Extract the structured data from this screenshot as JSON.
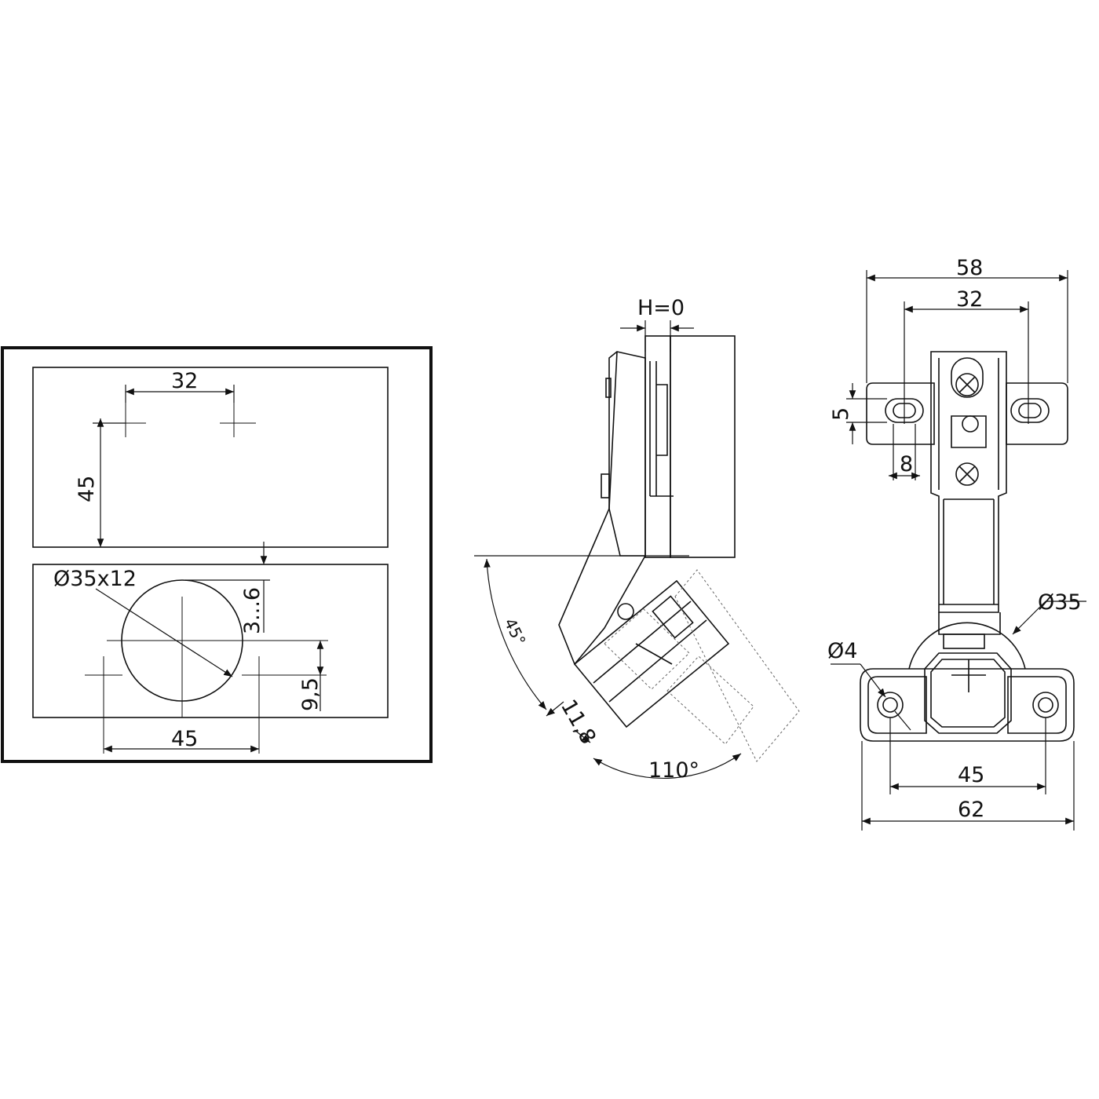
{
  "drilling_template": {
    "dim_top_spacing": "32",
    "dim_top_height": "45",
    "cup_hole": "Ø35x12",
    "dim_edge_distance": "3...6",
    "dim_offset": "9,5",
    "dim_bottom_spacing": "45"
  },
  "side_view": {
    "overlay": "H=0",
    "mount_angle": "45°",
    "depth": "11,8",
    "opening_angle": "110°"
  },
  "hinge_view": {
    "plate_width": "58",
    "plate_hole_spacing": "32",
    "slot_height": "5",
    "slot_width": "8",
    "cup_diameter": "Ø35",
    "screw_hole": "Ø4",
    "cup_hole_spacing": "45",
    "cup_flange_width": "62"
  }
}
